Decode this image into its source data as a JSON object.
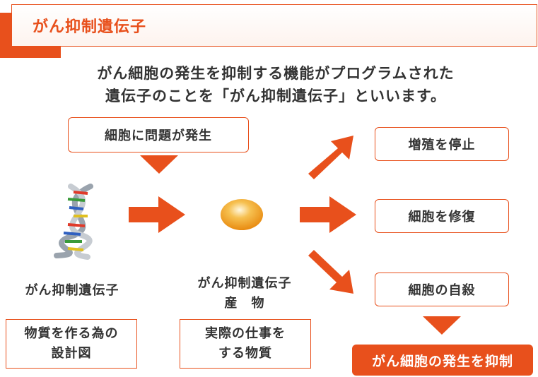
{
  "header": {
    "title": "がん抑制遺伝子"
  },
  "lead": {
    "line1": "がん細胞の発生を抑制する機能がプログラムされた",
    "line2": "遺伝子のことを「がん抑制遺伝子」といいます。"
  },
  "trigger": {
    "label": "細胞に問題が発生"
  },
  "left": {
    "label": "がん抑制遺伝子",
    "box_line1": "物質を作る為の",
    "box_line2": "設計図"
  },
  "middle": {
    "label_line1": "がん抑制遺伝子",
    "label_line2": "産　物",
    "box_line1": "実際の仕事を",
    "box_line2": "する物質"
  },
  "outcomes": [
    {
      "label": "増殖を停止"
    },
    {
      "label": "細胞を修復"
    },
    {
      "label": "細胞の自殺"
    }
  ],
  "result": {
    "label": "がん細胞の発生を抑制"
  },
  "colors": {
    "accent": "#e8501c",
    "text": "#333333",
    "orb": "#f0a030"
  }
}
